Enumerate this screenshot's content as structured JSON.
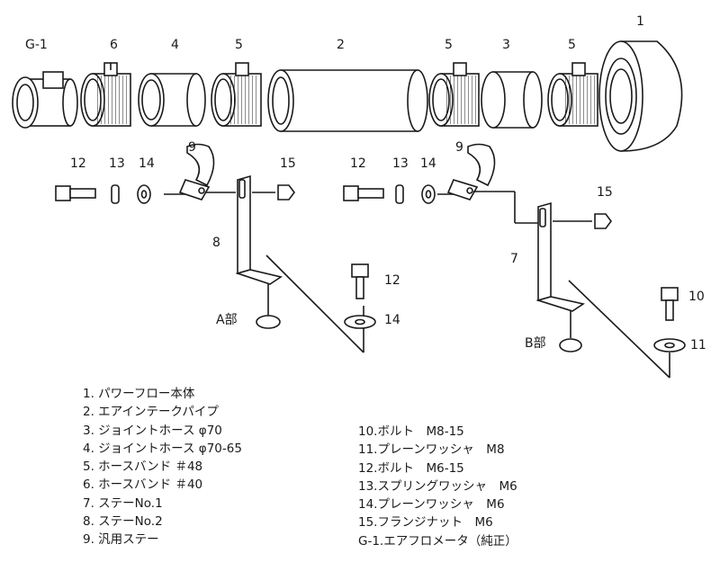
{
  "callouts": {
    "g1": "G-1",
    "p1": "1",
    "p2": "2",
    "p3": "3",
    "p4": "4",
    "p5": "5",
    "p6": "6",
    "p7": "7",
    "p8": "8",
    "p9": "9",
    "p10": "10",
    "p11": "11",
    "p12": "12",
    "p13": "13",
    "p14": "14",
    "p15": "15",
    "section_a": "A部",
    "section_b": "B部"
  },
  "legend_left": [
    "1. パワーフロー本体",
    "2. エアインテークパイプ",
    "3. ジョイントホース φ70",
    "4. ジョイントホース φ70-65",
    "5. ホースバンド ＃48",
    "6. ホースバンド ＃40",
    "7. ステーNo.1",
    "8. ステーNo.2",
    "9. 汎用ステー"
  ],
  "legend_right": [
    "10.ボルト　M8-15",
    "11.プレーンワッシャ　M8",
    "12.ボルト　M6-15",
    "13.スプリングワッシャ　M6",
    "14.プレーンワッシャ　M6",
    "15.フランジナット　M6",
    "G-1.エアフロメータ（純正）"
  ],
  "colors": {
    "line": "#1a1a1a",
    "fill": "#ffffff"
  }
}
